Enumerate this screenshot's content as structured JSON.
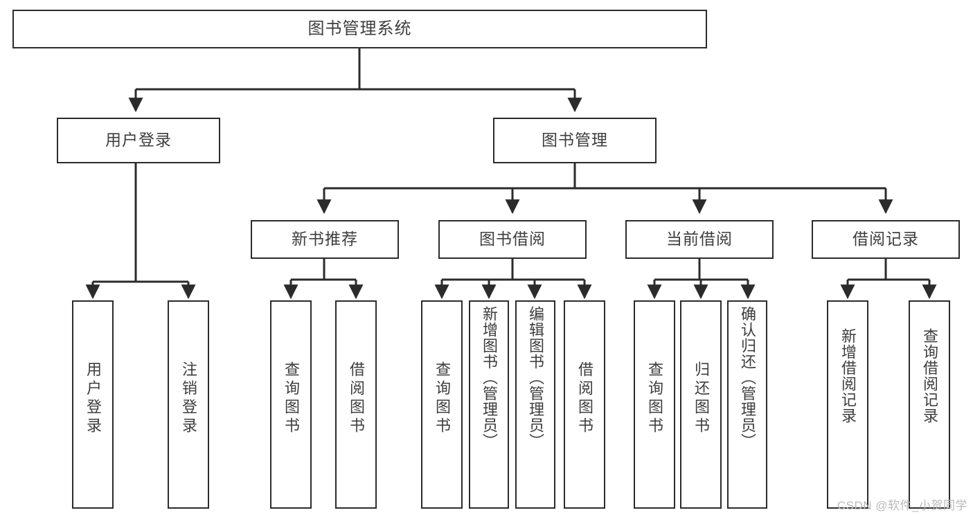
{
  "diagram": {
    "type": "tree",
    "title": "图书管理系统",
    "root": {
      "label": "图书管理系统"
    },
    "level2": [
      {
        "label": "用户登录"
      },
      {
        "label": "图书管理"
      }
    ],
    "level3": [
      {
        "label": "新书推荐",
        "parent": "图书管理"
      },
      {
        "label": "图书借阅",
        "parent": "图书管理"
      },
      {
        "label": "当前借阅",
        "parent": "图书管理"
      },
      {
        "label": "借阅记录",
        "parent": "图书管理"
      }
    ],
    "leaves": [
      {
        "label": "用户登录",
        "parent": "用户登录"
      },
      {
        "label": "注销登录",
        "parent": "用户登录"
      },
      {
        "label": "查询图书",
        "parent": "新书推荐"
      },
      {
        "label": "借阅图书",
        "parent": "新书推荐"
      },
      {
        "label": "查询图书",
        "parent": "图书借阅"
      },
      {
        "label": "新增图书（管理员）",
        "parent": "图书借阅"
      },
      {
        "label": "编辑图书（管理员）",
        "parent": "图书借阅"
      },
      {
        "label": "借阅图书",
        "parent": "图书借阅"
      },
      {
        "label": "查询图书",
        "parent": "当前借阅"
      },
      {
        "label": "归还图书",
        "parent": "当前借阅"
      },
      {
        "label": "确认归还（管理员）",
        "parent": "当前借阅"
      },
      {
        "label": "新增借阅记录",
        "parent": "借阅记录"
      },
      {
        "label": "查询借阅记录",
        "parent": "借阅记录"
      }
    ]
  },
  "watermark": {
    "text": "CSDN @软件_小贺同学"
  },
  "colors": {
    "stroke": "#2b2b2b",
    "text": "#3d3d3d",
    "background": "#ffffff",
    "watermark": "#b9b9b9"
  }
}
